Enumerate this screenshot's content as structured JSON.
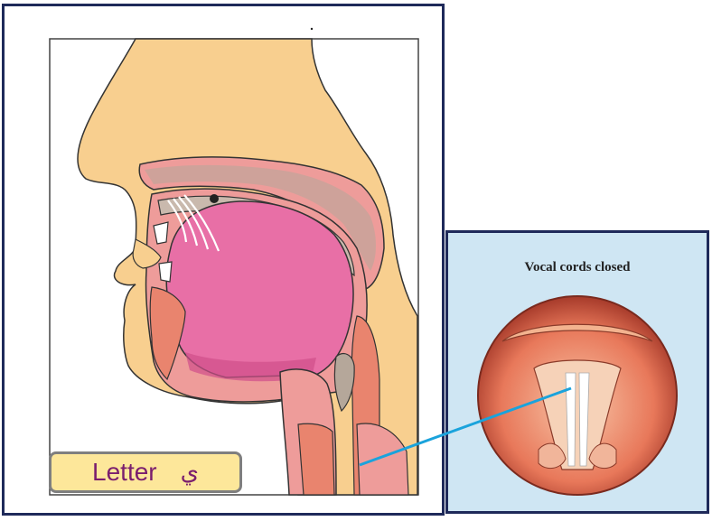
{
  "letter_label": {
    "text": "Letter",
    "arabic_letter": "ي"
  },
  "inset": {
    "title": "Vocal cords closed"
  },
  "colors": {
    "frame_border": "#1f2a5a",
    "skin": "#f8cf8f",
    "tongue": "#e86fa6",
    "mucosa": "#ee9c9a",
    "inset_background": "#cfe6f3",
    "pointer_line": "#1aa3dc",
    "label_fill": "#fde79a",
    "label_text": "#7a1e6e"
  }
}
